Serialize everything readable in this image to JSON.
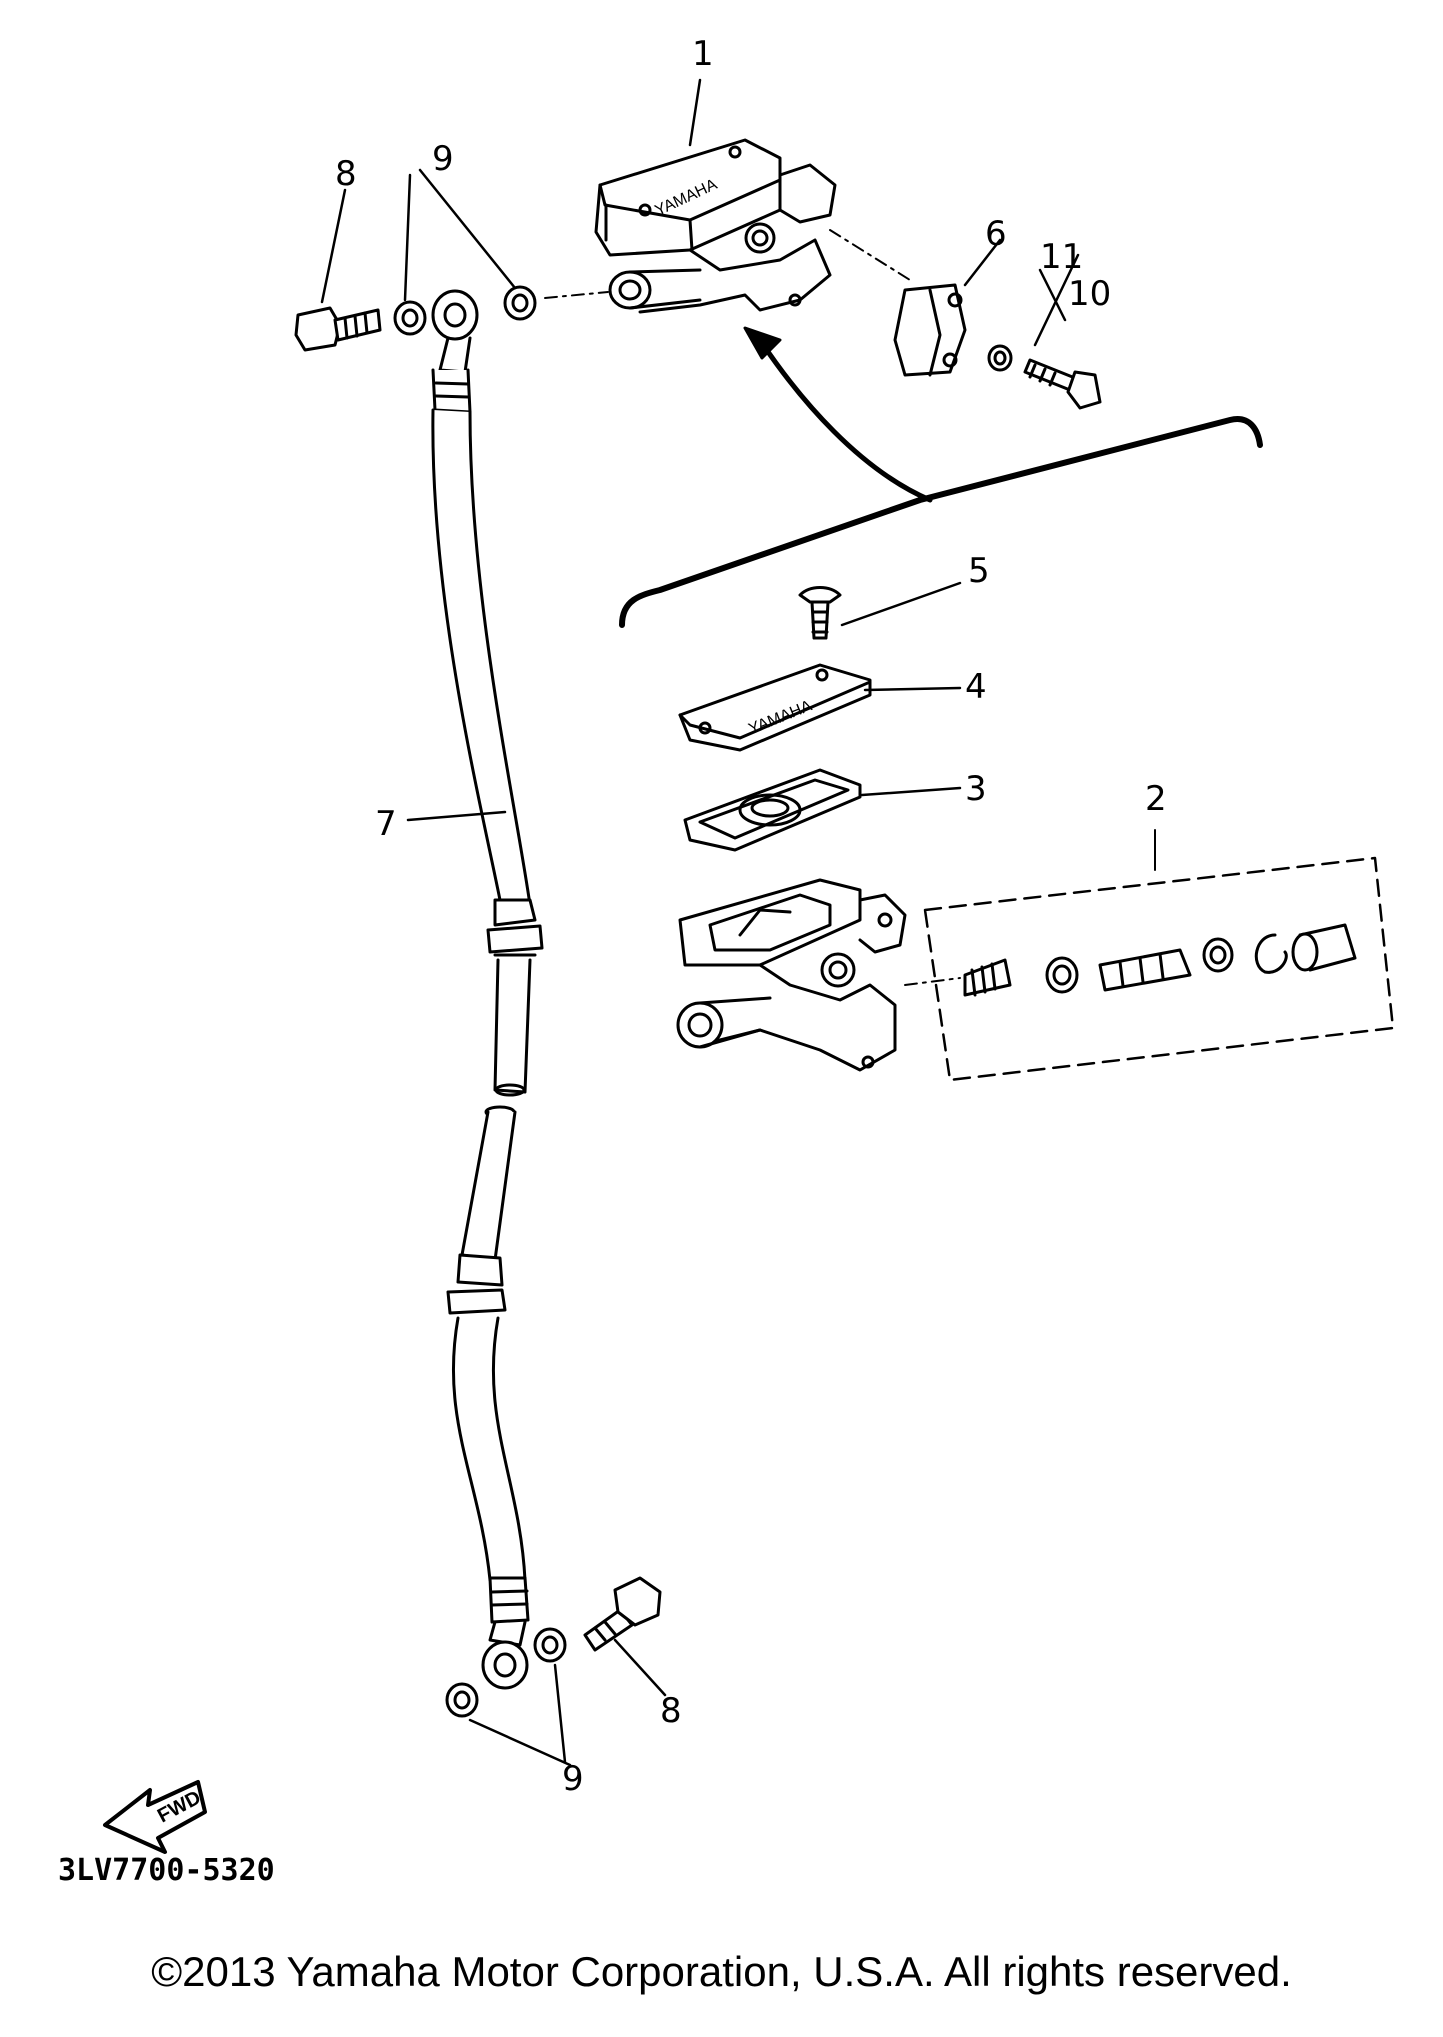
{
  "diagram": {
    "part_code": "3LV7700-5320",
    "brand_mark": "YAMAHA",
    "fwd_label": "FWD",
    "callouts": {
      "c1": "1",
      "c2": "2",
      "c3": "3",
      "c4": "4",
      "c5": "5",
      "c6": "6",
      "c7": "7",
      "c8_top": "8",
      "c8_bottom": "8",
      "c9_top": "9",
      "c9_bottom": "9",
      "c10": "10",
      "c11": "11"
    }
  },
  "footer": {
    "copyright": "©2013 Yamaha Motor Corporation, U.S.A. All rights reserved."
  }
}
